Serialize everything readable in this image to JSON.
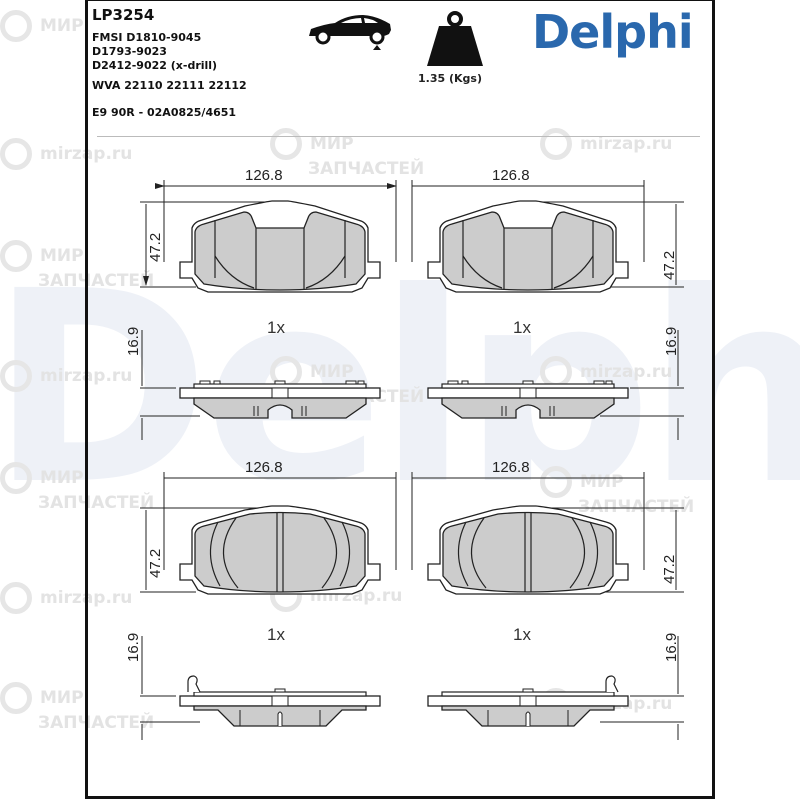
{
  "header": {
    "part_number": "LP3254",
    "fmsi_lines": [
      "FMSI D1810-9045",
      "D1793-9023",
      "D2412-9022 (x-drill)"
    ],
    "wva": "WVA 22110 22111 22112",
    "approval": "E9 90R - 02A0825/4651",
    "axle_icon": "car-rear-axle-icon",
    "weight_icon": "weight-icon",
    "weight": "1.35 (Kgs)",
    "brand": "Delphi",
    "brand_color": "#2a68ad"
  },
  "drawings": [
    {
      "id": "pad-top-left",
      "width_dim": "126.8",
      "height_dim": "47.2",
      "thickness_dim": "16.9",
      "quantity": "1x"
    },
    {
      "id": "pad-top-right",
      "width_dim": "126.8",
      "height_dim": "47.2",
      "thickness_dim": "16.9",
      "quantity": "1x"
    },
    {
      "id": "pad-bottom-left",
      "width_dim": "126.8",
      "height_dim": "47.2",
      "thickness_dim": "16.9",
      "quantity": "1x"
    },
    {
      "id": "pad-bottom-right",
      "width_dim": "126.8",
      "height_dim": "47.2",
      "thickness_dim": "16.9",
      "quantity": "1x"
    }
  ],
  "watermarks": {
    "site": "mirzap.ru",
    "line1": "МИР",
    "line2": "ЗАПЧАСТЕЙ",
    "background_logo": "Delphi"
  },
  "colors": {
    "pad_fill": "#cccccc",
    "line": "#222222",
    "bg_logo": "#eef1f7"
  }
}
